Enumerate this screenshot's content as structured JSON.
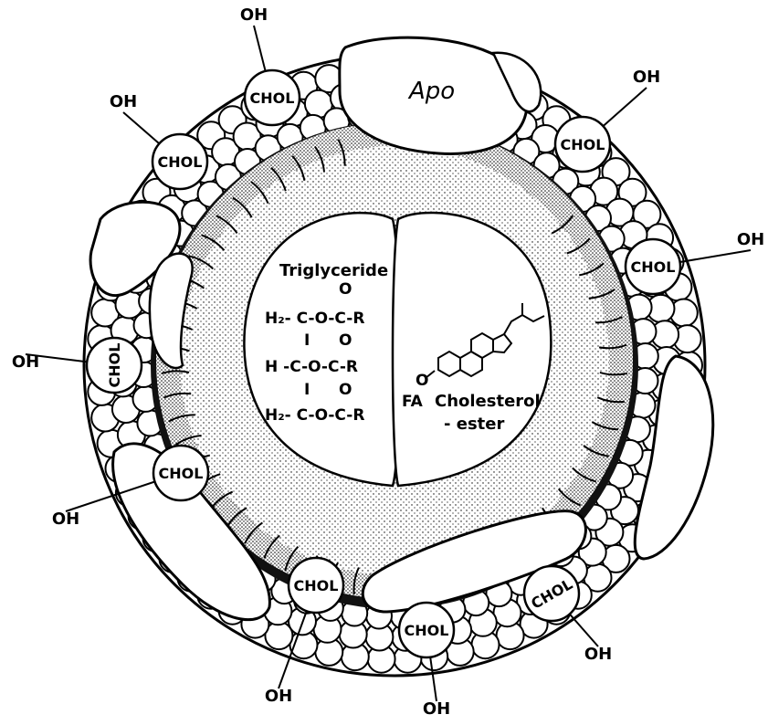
{
  "labels": {
    "apo": "Apo",
    "triglyceride": "Triglyceride",
    "cholesterol": "Cholesterol",
    "ester": "- ester",
    "fa": "FA",
    "o": "O",
    "chol": "CHOL",
    "oh": "OH"
  },
  "triglyceride_formula": {
    "row1": "H₂- C-O-C-R",
    "row2": "H -C-O-C-R",
    "row3": "H₂- C-O-C-R",
    "bond": "I",
    "carbonyl_o": "O"
  }
}
